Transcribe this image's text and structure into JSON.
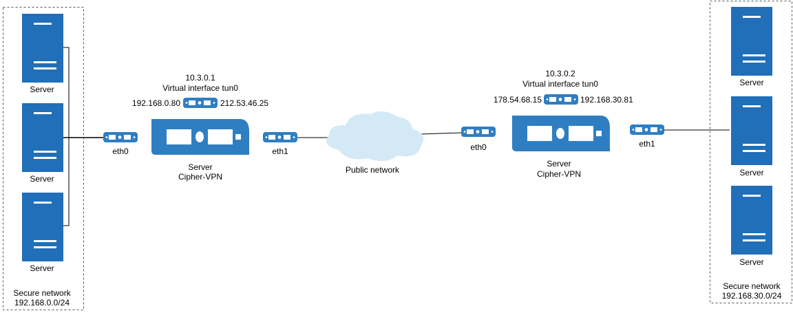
{
  "colors": {
    "device_blue": "#2f7ec1",
    "server_blue": "#206fb8",
    "cloud_fill": "#d4e9f6",
    "line": "#000000",
    "dashed_border": "#555555"
  },
  "left_network": {
    "label": "Secure network",
    "subnet": "192.168.0.0/24",
    "servers": [
      {
        "label": "Server",
        "icon": "server-icon"
      },
      {
        "label": "Server",
        "icon": "server-icon"
      },
      {
        "label": "Server",
        "icon": "server-icon"
      }
    ]
  },
  "right_network": {
    "label": "Secure network",
    "subnet": "192.168.30.0/24",
    "servers": [
      {
        "label": "Server",
        "icon": "server-icon"
      },
      {
        "label": "Server",
        "icon": "server-icon"
      },
      {
        "label": "Server",
        "icon": "server-icon"
      }
    ]
  },
  "vpn_left": {
    "label": "Server",
    "sublabel": "Cipher-VPN",
    "tun_ip": "10.3.0.1",
    "tun_name": "Virtual interface tun0",
    "tun_left_ip": "192.168.0.80",
    "tun_right_ip": "212.53.46.25",
    "eth_in": "eth0",
    "eth_out": "eth1"
  },
  "vpn_right": {
    "label": "Server",
    "sublabel": "Cipher-VPN",
    "tun_ip": "10.3.0.2",
    "tun_name": "Virtual interface tun0",
    "tun_left_ip": "178.54.68.15",
    "tun_right_ip": "192.168.30.81",
    "eth_in": "eth0",
    "eth_out": "eth1"
  },
  "cloud": {
    "label": "Public network",
    "icon": "cloud-icon"
  }
}
